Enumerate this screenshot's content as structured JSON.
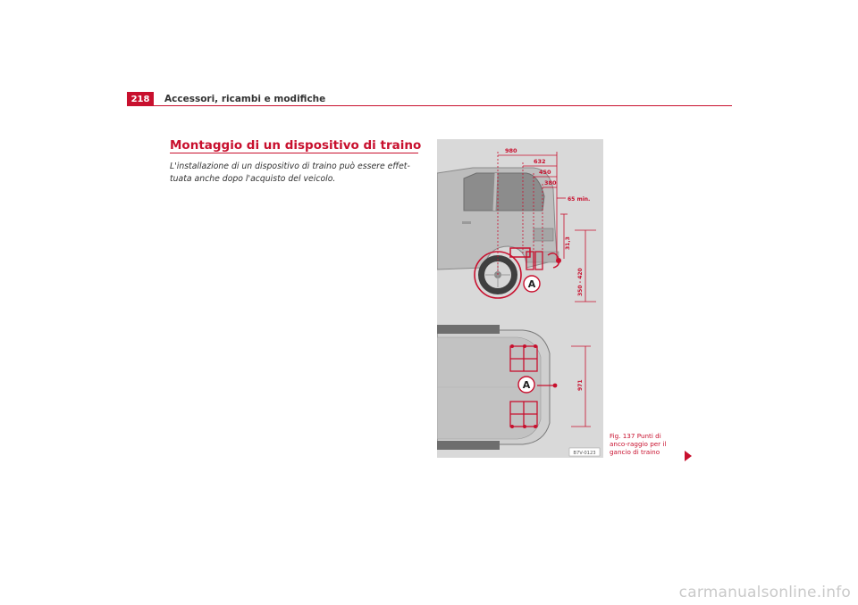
{
  "header": {
    "page_number": "218",
    "running_title": "Accessori, ricambi e modifiche"
  },
  "section": {
    "title": "Montaggio di un dispositivo di traino",
    "intro": "L'installazione di un dispositivo di traino può essere effet-tuata anche dopo l'acquisto del veicolo."
  },
  "figure": {
    "dimensions": {
      "d980": "980",
      "d632": "632",
      "d450": "450",
      "d380": "380",
      "min": "65 min.",
      "d313": "31,3",
      "height_range": "350 - 420",
      "width": "971"
    },
    "callout_top": "A",
    "callout_bottom": "A",
    "code": "B7V-0123",
    "caption": "Fig. 137   Punti di anco-raggio per il gancio di traino"
  },
  "footer": {
    "watermark": "carmanualsonline.info"
  },
  "colors": {
    "accent": "#c8102e",
    "figure_bg": "#d9d9d9"
  }
}
